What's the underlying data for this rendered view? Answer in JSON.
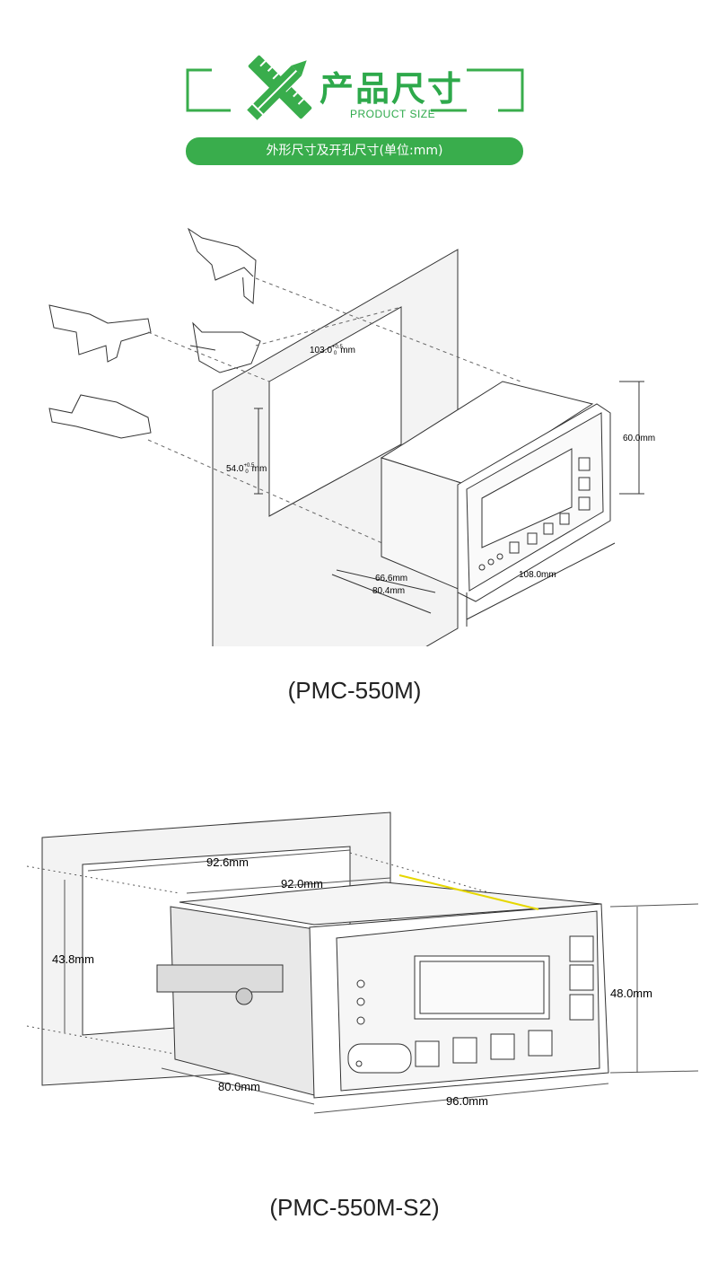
{
  "header": {
    "title_cn": "产品尺寸",
    "title_en": "PRODUCT SIZE",
    "subtitle": "外形尺寸及开孔尺寸(单位:mm)",
    "accent": "#39ad4c"
  },
  "diagram1": {
    "caption": "(PMC-550M)",
    "cutout_width": "103.0",
    "cutout_width_tol_top": "+0.5",
    "cutout_width_tol_bot": "0",
    "cutout_width_unit": "mm",
    "cutout_height": "54.0",
    "cutout_height_tol_top": "+0.5",
    "cutout_height_tol_bot": "0",
    "cutout_height_unit": "mm",
    "height": "60.0mm",
    "depth1": "66.6mm",
    "depth2": "80.4mm",
    "width": "108.0mm"
  },
  "diagram2": {
    "caption": "(PMC-550M-S2)",
    "cutout_width": "92.6mm",
    "body_width": "92.0mm",
    "cutout_height": "43.8mm",
    "height": "48.0mm",
    "depth": "80.0mm",
    "width": "96.0mm"
  }
}
